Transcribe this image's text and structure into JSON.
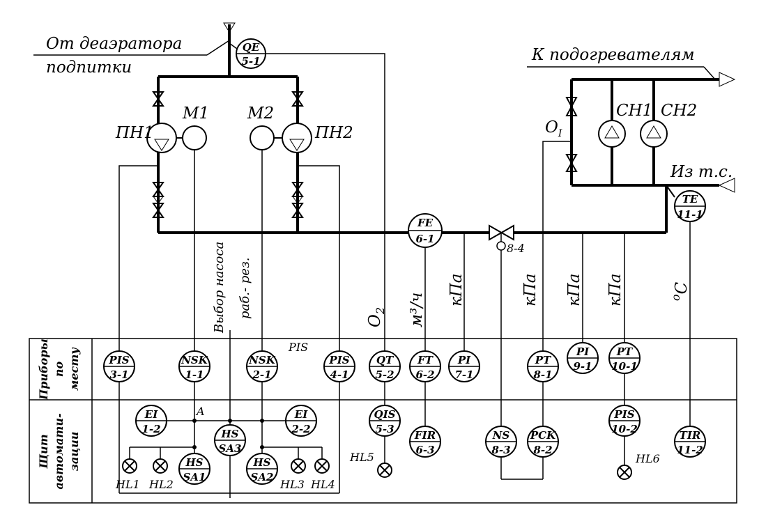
{
  "labels": {
    "from_deaerator": "От деаэратора",
    "makeup": "подпитки",
    "to_heaters": "К подогревателям",
    "from_ts": "Из т.с.",
    "pn1": "ПН1",
    "pn2": "ПН2",
    "m1": "М1",
    "m2": "М2",
    "ch1": "СН1",
    "ch2": "СН2",
    "o1_base": "О",
    "o1_sub": "I",
    "pump_select": "Выбор насоса",
    "work_reserve": "раб.- рез.",
    "valve_tag": "8-4",
    "pis_top": "PIS",
    "a_label": "A"
  },
  "units": {
    "o2_base": "O",
    "o2_sub": "2",
    "flow": "м³/ч",
    "kpa": "кПа",
    "deg_o": "o",
    "deg_c": "C"
  },
  "rows": {
    "field_instr_1": "Приборы",
    "field_instr_2": "по",
    "field_instr_3": "месту",
    "panel_1": "Щит",
    "panel_2": "автомати-",
    "panel_3": "зации"
  },
  "devices": [
    {
      "top": "QE",
      "bottom": "5-1"
    },
    {
      "top": "FE",
      "bottom": "6-1"
    },
    {
      "top": "TE",
      "bottom": "11-1"
    },
    {
      "top": "PIS",
      "bottom": "3-1"
    },
    {
      "top": "NSK",
      "bottom": "1-1"
    },
    {
      "top": "NSK",
      "bottom": "2-1"
    },
    {
      "top": "PIS",
      "bottom": "4-1"
    },
    {
      "top": "QT",
      "bottom": "5-2"
    },
    {
      "top": "FT",
      "bottom": "6-2"
    },
    {
      "top": "PI",
      "bottom": "7-1"
    },
    {
      "top": "PT",
      "bottom": "8-1"
    },
    {
      "top": "PI",
      "bottom": "9-1"
    },
    {
      "top": "PT",
      "bottom": "10-1"
    },
    {
      "top": "EI",
      "bottom": "1-2"
    },
    {
      "top": "EI",
      "bottom": "2-2"
    },
    {
      "top": "HS",
      "bottom": "SA3"
    },
    {
      "top": "HS",
      "bottom": "SA1"
    },
    {
      "top": "HS",
      "bottom": "SA2"
    },
    {
      "top": "QIS",
      "bottom": "5-3"
    },
    {
      "top": "FIR",
      "bottom": "6-3"
    },
    {
      "top": "NS",
      "bottom": "8-3"
    },
    {
      "top": "PCK",
      "bottom": "8-2"
    },
    {
      "top": "PIS",
      "bottom": "10-2"
    },
    {
      "top": "TIR",
      "bottom": "11-2"
    }
  ],
  "lamps": [
    "HL1",
    "HL2",
    "HL3",
    "HL4",
    "HL5",
    "HL6"
  ]
}
